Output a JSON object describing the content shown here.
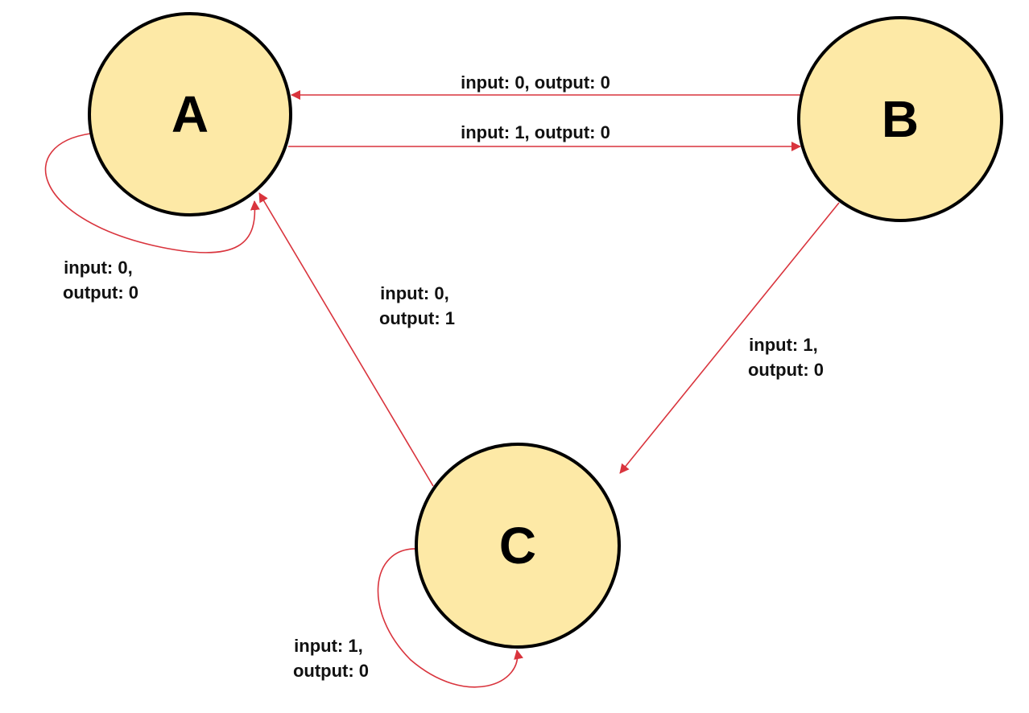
{
  "colors": {
    "node_fill": "#fde9a6",
    "node_stroke": "#000000",
    "edge_color": "#d9343d",
    "background": "#ffffff"
  },
  "states": [
    {
      "id": "A",
      "label": "A"
    },
    {
      "id": "B",
      "label": "B"
    },
    {
      "id": "C",
      "label": "C"
    }
  ],
  "transitions": [
    {
      "from": "B",
      "to": "A",
      "label_lines": [
        "input: 0, output: 0"
      ]
    },
    {
      "from": "A",
      "to": "B",
      "label_lines": [
        "input: 1, output: 0"
      ]
    },
    {
      "from": "A",
      "to": "A",
      "label_lines": [
        "input: 0,",
        "output: 0"
      ]
    },
    {
      "from": "C",
      "to": "A",
      "label_lines": [
        "input: 0,",
        "output: 1"
      ]
    },
    {
      "from": "B",
      "to": "C",
      "label_lines": [
        "input: 1,",
        "output: 0"
      ]
    },
    {
      "from": "C",
      "to": "C",
      "label_lines": [
        "input: 1,",
        "output: 0"
      ]
    }
  ]
}
